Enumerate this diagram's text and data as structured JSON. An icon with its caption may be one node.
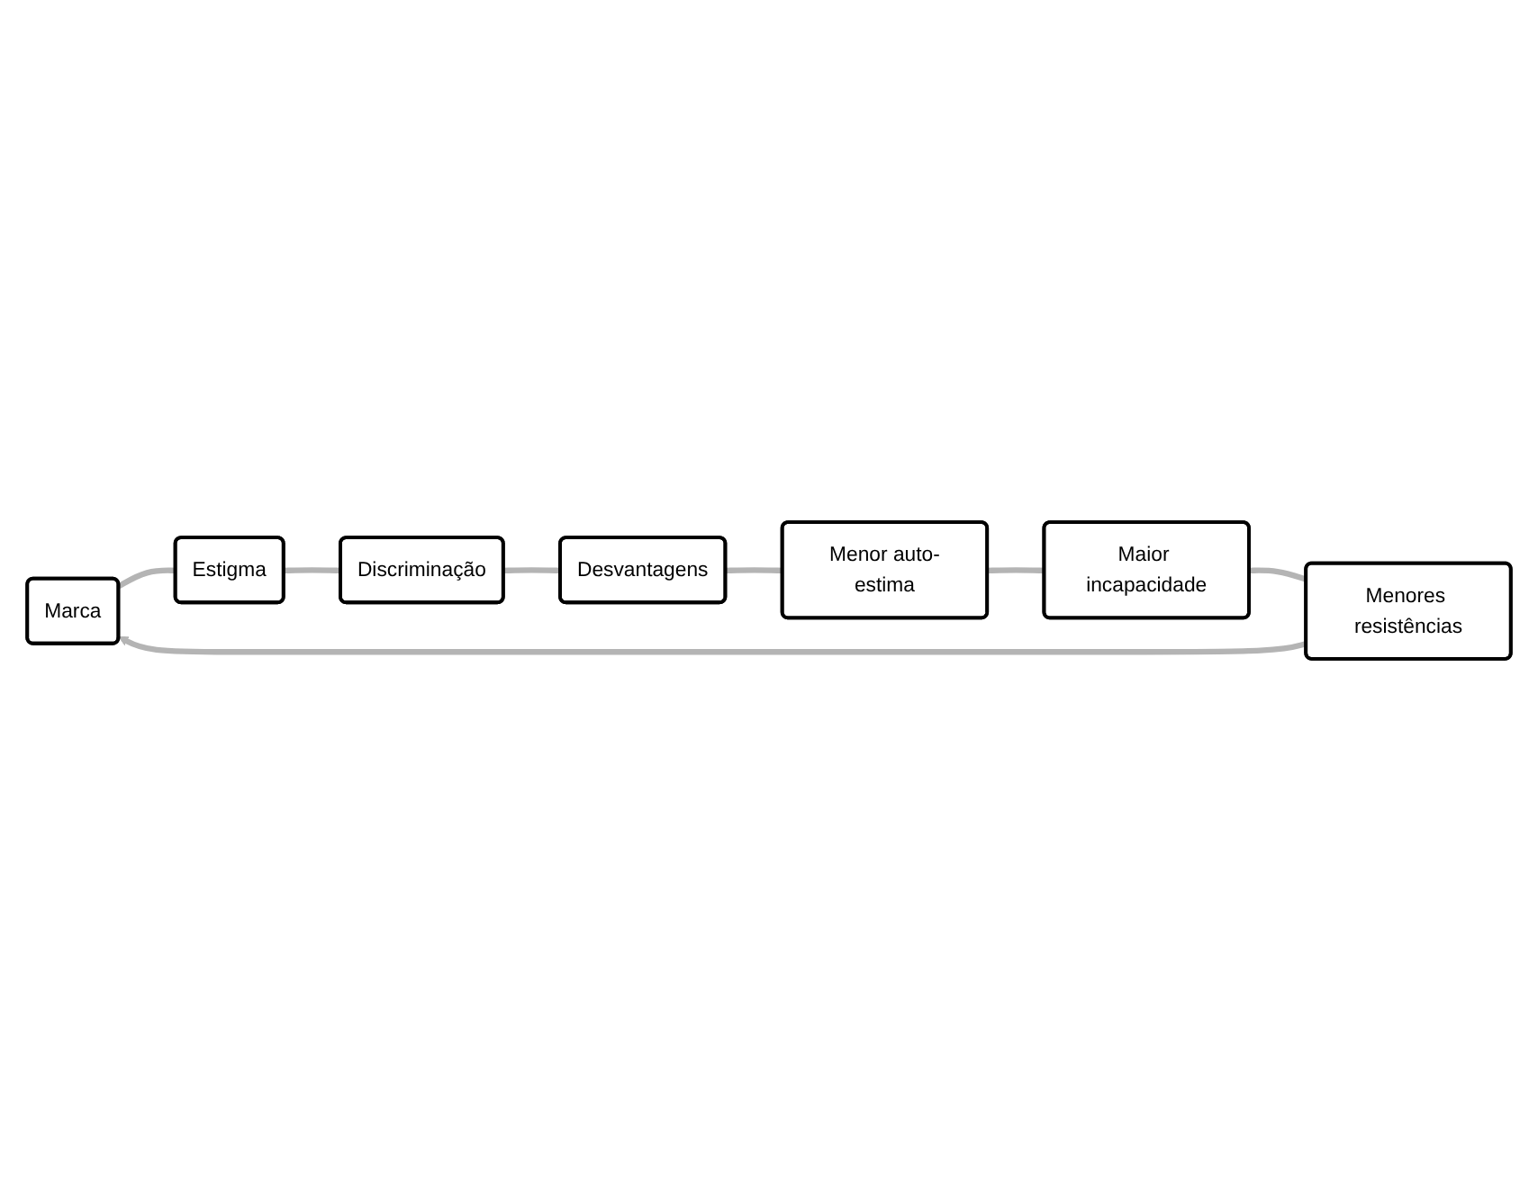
{
  "diagram": {
    "nodes": [
      {
        "text": [
          "Marca"
        ]
      },
      {
        "text": [
          "Estigma"
        ]
      },
      {
        "text": [
          "Discriminação"
        ]
      },
      {
        "text": [
          "Desvantagens"
        ]
      },
      {
        "text": [
          "Menor auto-estima"
        ]
      },
      {
        "text": [
          "Maior incapacidade"
        ]
      },
      {
        "text": [
          "Menores resistências"
        ]
      }
    ],
    "edges": [
      {
        "from": 0,
        "to": 1,
        "arrow": "none"
      },
      {
        "from": 1,
        "to": 2,
        "arrow": "none"
      },
      {
        "from": 2,
        "to": 3,
        "arrow": "none"
      },
      {
        "from": 3,
        "to": 4,
        "arrow": "none"
      },
      {
        "from": 4,
        "to": 5,
        "arrow": "none"
      },
      {
        "from": 5,
        "to": 6,
        "arrow": "none"
      },
      {
        "from": 6,
        "to": 0,
        "arrow": "to"
      }
    ]
  }
}
